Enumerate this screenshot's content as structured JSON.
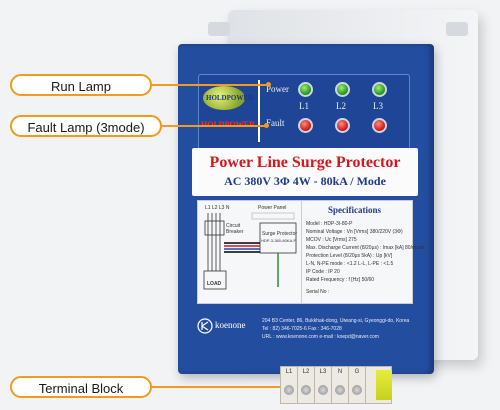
{
  "callouts": {
    "run_lamp": "Run Lamp",
    "fault_lamp": "Fault Lamp (3mode)",
    "terminal_block": "Terminal Block"
  },
  "device": {
    "logo_top": "HOLDPOWER",
    "logo_bottom": "HOLDPOWER",
    "lamp_labels": {
      "power": "Power",
      "fault": "Fault",
      "l1": "L1",
      "l2": "L2",
      "l3": "L3"
    },
    "title": "Power Line  Surge Protector",
    "subtitle": "AC 380V 3Φ 4W - 80kA / Mode",
    "diagram": {
      "lines": "L1 L2 L3 N",
      "breaker": "Circuit Breaker",
      "panel_caption": "Power Panel",
      "unit_label": "Surge Protector",
      "unit_sub": "HDP-3-380-80KA-P",
      "load": "LOAD"
    },
    "specs": {
      "heading": "Specifications",
      "rows": [
        "Model : HDP-3I-80-P",
        "Nominal Voltage : Vn [Vrms] 380/220V (3Φ)",
        "MCOV : Uc [Vrms] 275",
        "Max. Discharge Current (8/20μs) : Imax [kA] 80/mode",
        "Protection Level (8/20μs 5kA) : Up [kV]",
        "L-N, N-PE mode : <1.2   L-L, L-PE : <1.5",
        "IP Code : IP 20",
        "Rated Frequency : f [Hz] 50/60",
        "Serial No :"
      ]
    },
    "brand": "koenone",
    "address": [
      "204 B3 Center, 86, Bukkhak-dong, Uiwang-si, Gyeonggi-do, Korea",
      "Tel : 82) 346-7025-6   Fax : 346-7028",
      "URL : www.koenone.com    e-mail : koepd@naver.com"
    ],
    "terminals": [
      "L1",
      "L2",
      "L3",
      "N",
      "G"
    ]
  }
}
